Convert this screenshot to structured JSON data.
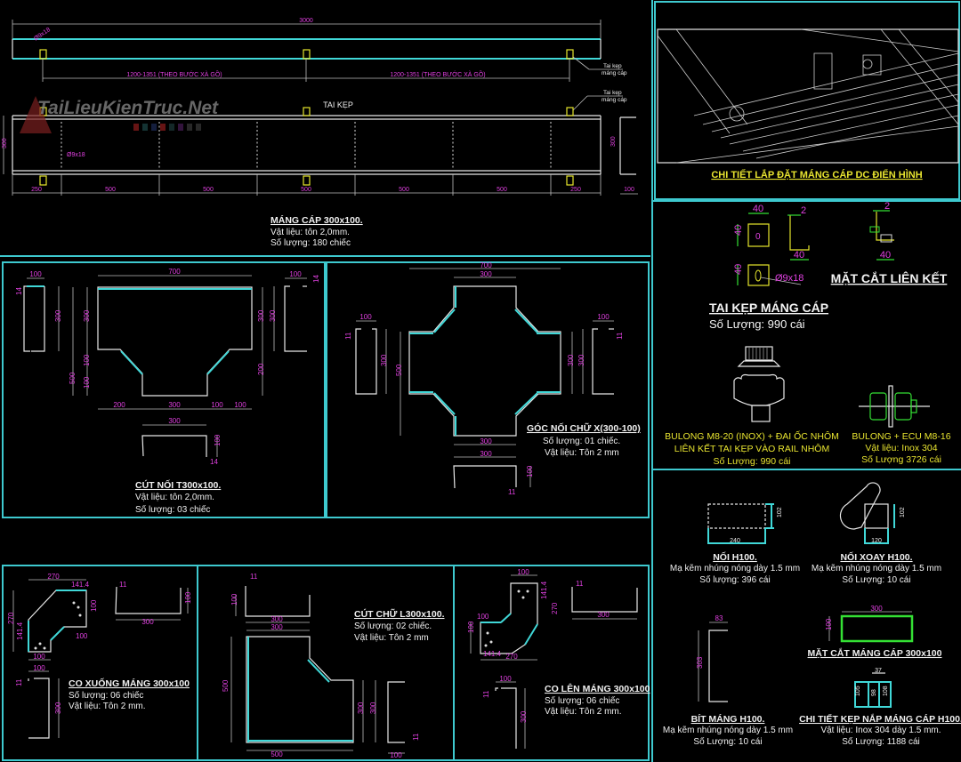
{
  "watermark": "TaiLieuKienTruc.Net",
  "colors": {
    "panel_border": "#3ec9cf",
    "dimension": "#e040e0",
    "highlight": "#40d8d8",
    "clip": "#e6e62c",
    "section": "#34e034"
  },
  "cable_tray": {
    "title": "MÁNG CÁP 300x100.",
    "material": "Vật liệu: tôn 2,0mm.",
    "quantity": "Số lượng: 180 chiếc",
    "clip_label": "TAI KẸP",
    "clip_note_1": "Tai kẹp",
    "clip_note_2": "máng cáp",
    "dims": {
      "length": "3000",
      "spacing": "1200-1351 (THEO BƯỚC XÀ GỒ)",
      "height": "300",
      "depth": "100",
      "slot": "Ø9x18",
      "end": "250",
      "mid": "500"
    }
  },
  "install_detail": {
    "title": "CHI TIẾT LẮP ĐẶT MÁNG CÁP DC ĐIỂN HÌNH"
  },
  "tee": {
    "title": "CÚT NỐI T300x100.",
    "material": "Vật liệu: tôn 2,0mm.",
    "quantity": "Số lượng: 03 chiếc",
    "dims": {
      "d700": "700",
      "d100": "100",
      "d14": "14",
      "d300": "300",
      "d500": "500",
      "d200": "200"
    }
  },
  "cross": {
    "title": "GÓC NỐI CHỮ X(300-100)",
    "quantity": "Số lượng: 01 chiếc.",
    "material": "Vật liệu: Tôn 2 mm",
    "dims": {
      "d700": "700",
      "d300": "300",
      "d500": "500",
      "d100": "100",
      "d11": "11"
    }
  },
  "down_elbow": {
    "title": "CO XUỐNG MÁNG 300x100",
    "quantity": "Số lượng: 06 chiếc",
    "material": "Vật liệu: Tôn  2 mm.",
    "dims": {
      "d270": "270",
      "d141": "141.4",
      "d100": "100",
      "d300": "300",
      "d11": "11"
    }
  },
  "l_elbow": {
    "title": "CÚT CHỮ L300x100.",
    "quantity": "Số lượng: 02 chiếc.",
    "material": "Vật liệu: Tôn 2 mm",
    "dims": {
      "d300": "300",
      "d500": "500",
      "d100": "100",
      "d11": "11"
    }
  },
  "up_elbow": {
    "title": "CO LÊN MÁNG 300x100",
    "quantity": "Số lượng: 06 chiếc",
    "material": "Vật liệu: Tôn  2 mm.",
    "dims": {
      "d270": "270",
      "d141": "141.4",
      "d100": "100",
      "d300": "300",
      "d11": "11"
    }
  },
  "clip": {
    "title": "TAI KẸP MÁNG CÁP",
    "quantity": "Số Lượng: 990 cái",
    "section_title": "MẶT CẮT LIÊN KẾT",
    "dims": {
      "d40": "40",
      "d2": "2",
      "slot": "Ø9x18",
      "mark": "0"
    }
  },
  "bolt_rail": {
    "line1": "BULONG M8-20 (INOX) + ĐAI ỐC NHÔM",
    "line2": "LIÊN KẾT TAI KẸP VÀO RAIL NHÔM",
    "quantity": "Số Lượng: 990 cái"
  },
  "bolt_nut": {
    "line1": "BULONG + ECU M8-16",
    "material": "Vật liệu: Inox 304",
    "quantity": "Số Lượng 3726 cái"
  },
  "joint": {
    "title": "NỐI H100.",
    "finish": "Mạ kẽm nhúng nóng dày 1.5 mm",
    "quantity": "Số lượng: 396 cái",
    "dims": {
      "w": "240",
      "h": "102"
    }
  },
  "swivel_joint": {
    "title": "NỐI XOAY H100.",
    "finish": "Mạ kẽm nhúng nóng dày 1.5 mm",
    "quantity": "Số Lượng: 10 cái",
    "dims": {
      "w": "120",
      "h": "102"
    }
  },
  "end_cap": {
    "title": "BÍT MÁNG H100.",
    "finish": "Mạ kẽm nhúng nóng dày 1.5 mm",
    "quantity": "Số Lượng: 10 cái",
    "dims": {
      "w": "83",
      "h": "303"
    }
  },
  "tray_section": {
    "title": "MẶT CẮT MÁNG CÁP 300x100",
    "dims": {
      "w": "300",
      "h": "100"
    }
  },
  "cover_clip": {
    "title": "CHI TIẾT KẸP NẮP MÁNG CÁP H100.",
    "material": "Vật liệu: Inox 304 dày 1.5 mm.",
    "quantity": "Số Lượng: 1188 cái",
    "dims": {
      "top": "37",
      "a": "105",
      "b": "98",
      "c": "108"
    }
  }
}
